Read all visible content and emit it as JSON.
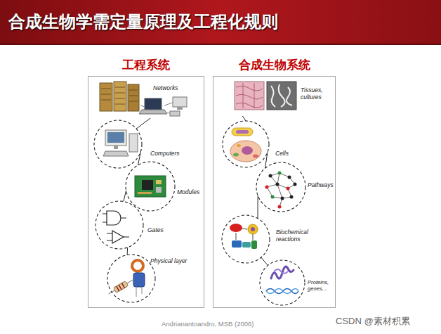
{
  "diagram": {
    "title": "合成生物学需定量原理及工程化规则",
    "nodes": [
      {
        "text": [
          "工程系统"
        ]
      },
      {
        "text": [
          "Networks"
        ],
        "in": 0
      },
      {
        "text": [
          "Computers"
        ],
        "in": 0
      },
      {
        "text": [
          "Modules"
        ],
        "in": 0
      },
      {
        "text": [
          "Gates"
        ],
        "in": 0
      },
      {
        "text": [
          "Physical layer"
        ],
        "in": 0
      },
      {
        "text": [
          "合成生物系统"
        ]
      },
      {
        "text": [
          "Tissues, cultures"
        ],
        "in": 6
      },
      {
        "text": [
          "Cells"
        ],
        "in": 6
      },
      {
        "text": [
          "Pathways"
        ],
        "in": 6
      },
      {
        "text": [
          "Biochemical reactions"
        ],
        "in": 6
      },
      {
        "text": [
          "Proteins, genes..."
        ],
        "in": 6
      }
    ],
    "edges": [
      {
        "from": 1,
        "to": 2,
        "arrow": "none"
      },
      {
        "from": 2,
        "to": 3,
        "arrow": "none"
      },
      {
        "from": 3,
        "to": 4,
        "arrow": "none"
      },
      {
        "from": 4,
        "to": 5,
        "arrow": "none"
      },
      {
        "from": 7,
        "to": 8,
        "arrow": "none"
      },
      {
        "from": 8,
        "to": 9,
        "arrow": "none"
      },
      {
        "from": 9,
        "to": 10,
        "arrow": "none"
      },
      {
        "from": 10,
        "to": 11,
        "arrow": "none"
      }
    ],
    "labels": [
      "Andrianantoandro, MSB (2006)",
      "CSDN @素材积累"
    ]
  }
}
